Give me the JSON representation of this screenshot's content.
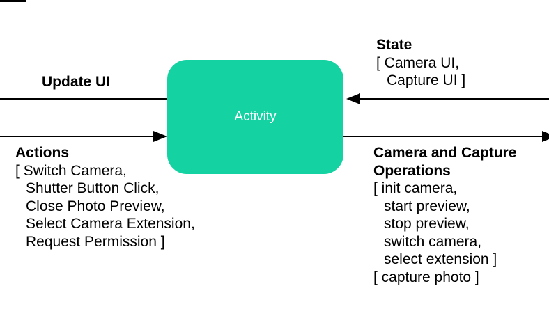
{
  "colors": {
    "activity_fill": "#14D2A1",
    "activity_text": "#FFFFFF",
    "line": "#000000",
    "text": "#000000",
    "background": "#FFFFFF"
  },
  "activity_box": {
    "label": "Activity"
  },
  "update_ui_arrow": {
    "title": "Update UI",
    "direction": "left-out-of-box"
  },
  "state_arrow": {
    "title": "State",
    "lines": [
      "[ Camera UI,",
      "Capture UI ]"
    ],
    "direction": "left-into-box"
  },
  "actions_arrow": {
    "title": "Actions",
    "lines": [
      "[ Switch Camera,",
      "Shutter Button Click,",
      "Close Photo Preview,",
      "Select Camera Extension,",
      "Request Permission ]"
    ],
    "direction": "right-into-box"
  },
  "camera_ops_arrow": {
    "title_lines": [
      "Camera and Capture",
      "Operations"
    ],
    "lines": [
      "[ init camera,",
      "start preview,",
      "stop preview,",
      "switch camera,",
      "select extension ]",
      "[ capture photo ]"
    ],
    "direction": "right-out-of-box"
  }
}
